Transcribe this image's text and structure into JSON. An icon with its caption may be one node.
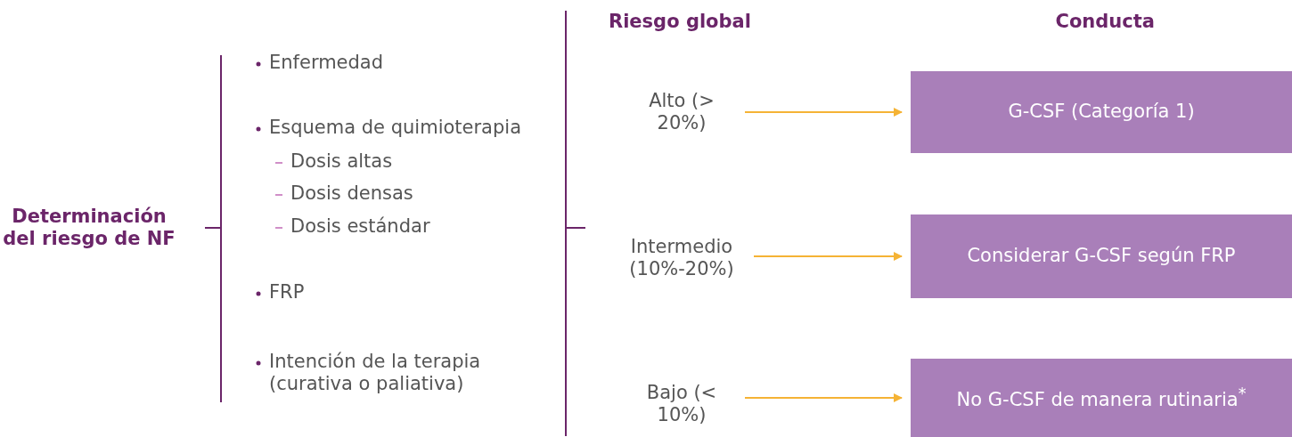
{
  "diagram": {
    "nodes": [
      {
        "text": [
          "Determinación del riesgo de NF"
        ]
      },
      {
        "text": [
          "Alto (> 20%)"
        ]
      },
      {
        "text": [
          "G-CSF (Categoría 1)"
        ]
      },
      {
        "text": [
          "Intermedio (10%-20%)"
        ]
      },
      {
        "text": [
          "Considerar G-CSF según FRP"
        ]
      },
      {
        "text": [
          "Bajo (< 10%)"
        ]
      },
      {
        "text": [
          "No G-CSF de manera rutinaria$^{*}$"
        ]
      }
    ],
    "edges": [
      {
        "from": 1,
        "to": 2,
        "arrow": "to"
      },
      {
        "from": 3,
        "to": 4,
        "arrow": "to"
      },
      {
        "from": 5,
        "to": 6,
        "arrow": "to"
      }
    ],
    "labels": [
      "Riesgo global",
      "Conducta",
      "Enfermedad",
      "Esquema de quimioterapia",
      "Dosis altas",
      "Dosis densas",
      "Dosis estándar",
      "FRP",
      "Intención de la terapia (curativa o paliativa)"
    ]
  }
}
